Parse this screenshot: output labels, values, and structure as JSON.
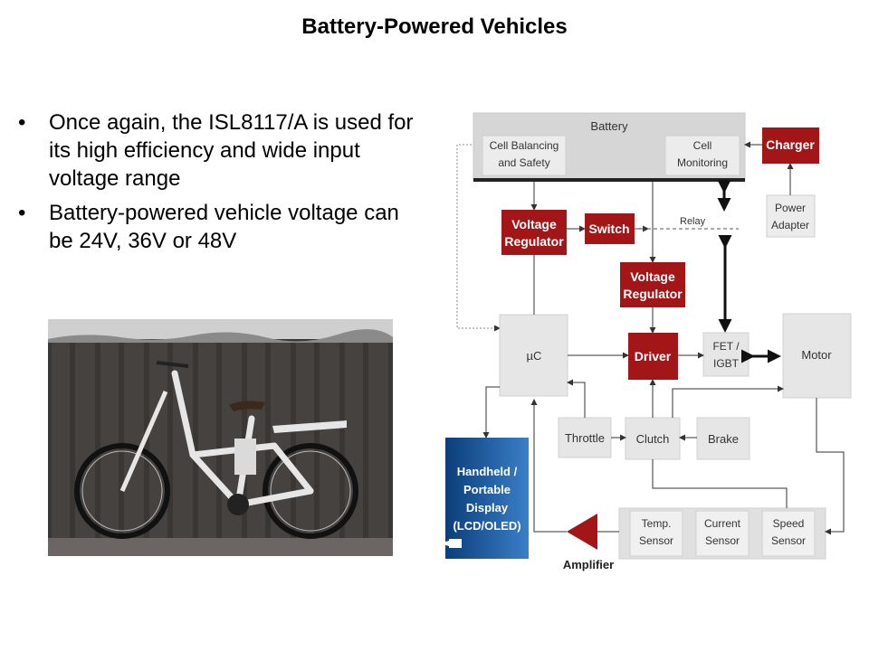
{
  "slide": {
    "title": "Battery-Powered Vehicles",
    "bullets": [
      "Once again, the ISL8117/A is used for its high efficiency and wide input voltage range",
      "Battery-powered vehicle voltage can be 24V, 36V or 48V"
    ]
  },
  "diagram": {
    "battery": "Battery",
    "cell_balancing": [
      "Cell Balancing",
      "and Safety"
    ],
    "cell_monitoring": [
      "Cell",
      "Monitoring"
    ],
    "charger": "Charger",
    "power_adapter": [
      "Power",
      "Adapter"
    ],
    "voltage_regulator_1": [
      "Voltage",
      "Regulator"
    ],
    "switch": "Switch",
    "relay": "Relay",
    "voltage_regulator_2": [
      "Voltage",
      "Regulator"
    ],
    "uc": "µC",
    "driver": "Driver",
    "fet_igbt": [
      "FET /",
      "IGBT"
    ],
    "motor": "Motor",
    "throttle": "Throttle",
    "clutch": "Clutch",
    "brake": "Brake",
    "display": [
      "Handheld /",
      "Portable",
      "Display",
      "(LCD/OLED)"
    ],
    "temp_sensor": [
      "Temp.",
      "Sensor"
    ],
    "current_sensor": [
      "Current",
      "Sensor"
    ],
    "speed_sensor": [
      "Speed",
      "Sensor"
    ],
    "amplifier": "Amplifier"
  },
  "colors": {
    "red_block": "#a31618",
    "gray_block": "#e8e8e8",
    "blue_block": "#1a4f8c"
  }
}
